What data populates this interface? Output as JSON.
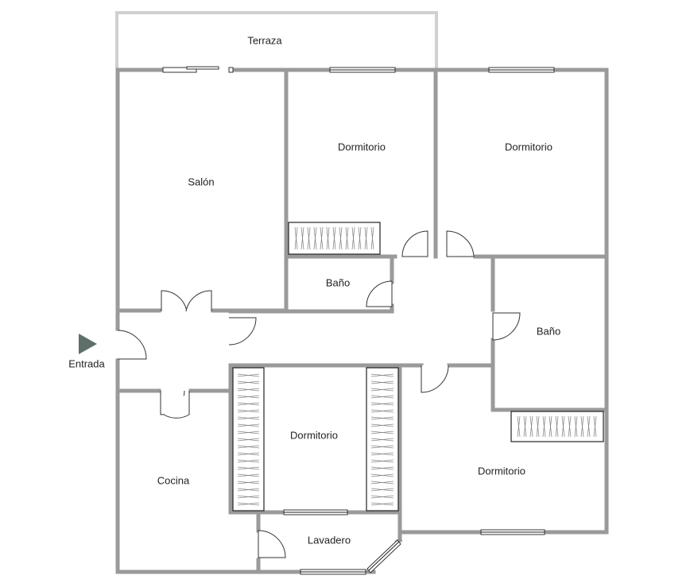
{
  "rooms": {
    "terraza": "Terraza",
    "salon": "Salón",
    "dormitorio_1": "Dormitorio",
    "dormitorio_2": "Dormitorio",
    "bano_1": "Baño",
    "bano_2": "Baño",
    "dormitorio_3": "Dormitorio",
    "dormitorio_4": "Dormitorio",
    "cocina": "Cocina",
    "lavadero": "Lavadero"
  },
  "entrance": {
    "label": "Entrada"
  },
  "colors": {
    "wall": "#9a9a9a",
    "terrace_wall": "#d0d0d0",
    "entrance_marker": "#5f6f6a"
  }
}
